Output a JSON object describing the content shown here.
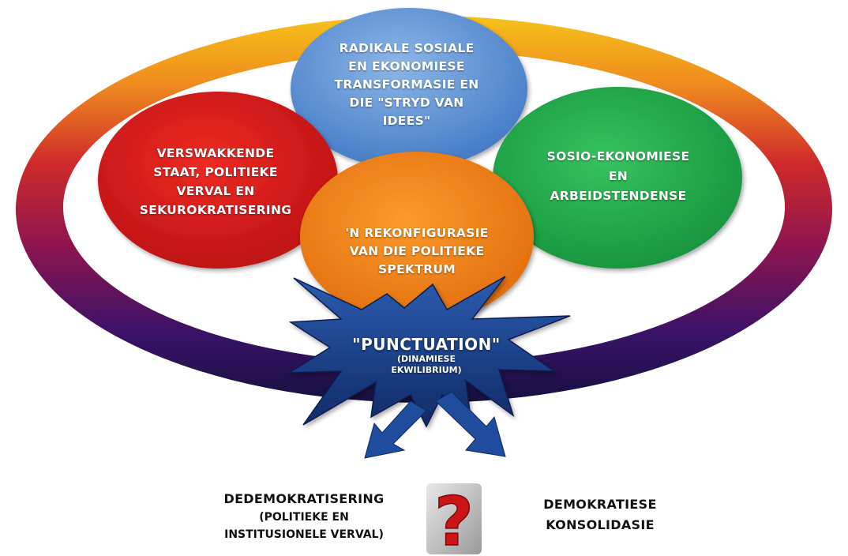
{
  "diagram": {
    "circles": {
      "top": {
        "label": "RADIKALE SOSIALE\nEN EKONOMIESE\nTRANSFORMASIE EN\nDIE \"STRYD VAN\nIDEES\"",
        "color": "#5b8fd0"
      },
      "left": {
        "label": "VERSWAKKENDE\nSTAAT, POLITIEKE\nVERVAL EN\nSEKUROKRATISERING",
        "color": "#d7161a"
      },
      "right": {
        "label": "SOSIO-EKONOMIESE\nEN\nARBEIDSTENDENSE",
        "color": "#20a84a"
      },
      "center": {
        "label": "'N REKONFIGURASIE\nVAN DIE POLITIEKE\nSPEKTRUM",
        "color": "#f07c14"
      }
    },
    "burst": {
      "title": "\"PUNCTUATION\"",
      "subtitle": "(DINAMIESE\nEKWILIBRIUM)",
      "color": "#1c3f8a"
    },
    "outcomes": {
      "left_title": "DEDEMOKRATISERING",
      "left_sub": "(POLITIEKE EN\nINSTITUSIONELE VERVAL)",
      "right": "DEMOKRATIESE\nKONSOLIDASIE",
      "question_mark": "?"
    }
  }
}
